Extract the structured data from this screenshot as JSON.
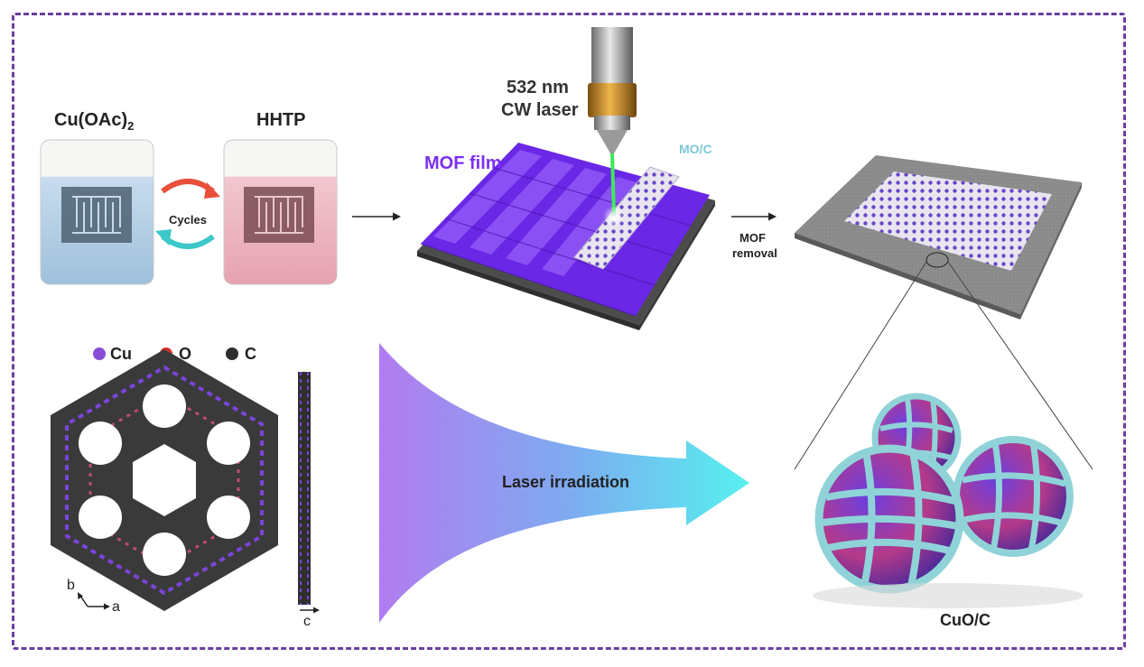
{
  "labels": {
    "precursor_1": "Cu(OAc)",
    "precursor_1_sub": "2",
    "precursor_2": "HHTP",
    "cycles": "Cycles",
    "laser_wavelength": "532 nm",
    "laser_type": "CW laser",
    "mof_film": "MOF film",
    "mo_c": "MO/C",
    "mof_removal_1": "MOF",
    "mof_removal_2": "removal",
    "laser_irradiation": "Laser irradiation",
    "product": "CuO/C",
    "axis_b": "b",
    "axis_a": "a",
    "axis_c": "c"
  },
  "legend": [
    {
      "element": "Cu",
      "color": "#8a4bd8"
    },
    {
      "element": "O",
      "color": "#d8322a"
    },
    {
      "element": "C",
      "color": "#2e2e2e"
    }
  ],
  "colors": {
    "frame": "#6b3fa0",
    "mof_purple": "#7b2ff0",
    "shell_cyan": "#8fd3d8",
    "beam_green": "#3ee85a",
    "solution_blue": "#a9c8e0",
    "solution_pink": "#e9a9b6",
    "arrow_start": "#a070e8",
    "arrow_end": "#5cf0f0"
  }
}
